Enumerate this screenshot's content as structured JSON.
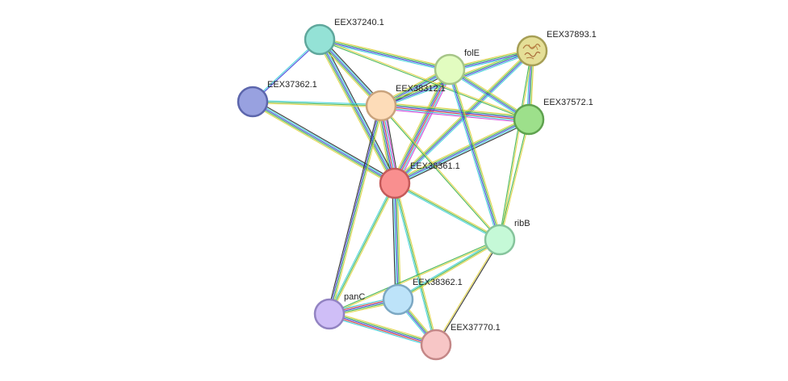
{
  "network": {
    "nodes": [
      {
        "id": "EEX38361.1",
        "label": "EEX38361.1",
        "fill": "#f98f8f",
        "stroke": "#c45a5a"
      },
      {
        "id": "EEX38312.1",
        "label": "EEX38312.1",
        "fill": "#fddcb8",
        "stroke": "#c9a37c"
      },
      {
        "id": "EEX37240.1",
        "label": "EEX37240.1",
        "fill": "#94e2d6",
        "stroke": "#5fa79c"
      },
      {
        "id": "EEX37362.1",
        "label": "EEX37362.1",
        "fill": "#98a1e0",
        "stroke": "#5c66ac"
      },
      {
        "id": "folE",
        "label": "folE",
        "fill": "#e2fcc0",
        "stroke": "#a6c588"
      },
      {
        "id": "EEX37893.1",
        "label": "EEX37893.1",
        "fill": "#e5df97",
        "stroke": "#a69e55"
      },
      {
        "id": "EEX37572.1",
        "label": "EEX37572.1",
        "fill": "#9de08b",
        "stroke": "#5fa24f"
      },
      {
        "id": "ribB",
        "label": "ribB",
        "fill": "#c5f9d7",
        "stroke": "#86c49c"
      },
      {
        "id": "EEX38362.1",
        "label": "EEX38362.1",
        "fill": "#bde3f9",
        "stroke": "#7ca8c3"
      },
      {
        "id": "panC",
        "label": "panC",
        "fill": "#cfbef7",
        "stroke": "#9283c2"
      },
      {
        "id": "EEX37770.1",
        "label": "EEX37770.1",
        "fill": "#f7c6c6",
        "stroke": "#c48787"
      }
    ],
    "edges": [
      {
        "a": "EEX38361.1",
        "b": "EEX38312.1",
        "colors": [
          "#e0d03a",
          "#3ab04a",
          "#3a3ad8",
          "#d83a3a",
          "#3acfd8",
          "#d03ad8",
          "#222222"
        ]
      },
      {
        "a": "EEX38361.1",
        "b": "EEX37240.1",
        "colors": [
          "#e0d03a",
          "#3ab04a",
          "#3a3ad8",
          "#3acfd8",
          "#222222"
        ]
      },
      {
        "a": "EEX38361.1",
        "b": "EEX37362.1",
        "colors": [
          "#e0d03a",
          "#3ab04a",
          "#3a3ad8",
          "#3acfd8",
          "#222222"
        ]
      },
      {
        "a": "EEX38361.1",
        "b": "folE",
        "colors": [
          "#e0d03a",
          "#3ab04a",
          "#3a3ad8",
          "#d83a3a",
          "#3acfd8",
          "#d03ad8"
        ]
      },
      {
        "a": "EEX38361.1",
        "b": "EEX37893.1",
        "colors": [
          "#e0d03a",
          "#3ab04a",
          "#3a3ad8",
          "#3acfd8"
        ]
      },
      {
        "a": "EEX38361.1",
        "b": "EEX37572.1",
        "colors": [
          "#e0d03a",
          "#3ab04a",
          "#3a3ad8",
          "#3acfd8",
          "#222222"
        ]
      },
      {
        "a": "EEX38361.1",
        "b": "ribB",
        "colors": [
          "#e0d03a",
          "#3ab04a",
          "#3acfd8"
        ]
      },
      {
        "a": "EEX38361.1",
        "b": "EEX38362.1",
        "colors": [
          "#e0d03a",
          "#3ab04a",
          "#3a3ad8",
          "#3acfd8",
          "#222222"
        ]
      },
      {
        "a": "EEX38361.1",
        "b": "panC",
        "colors": [
          "#e0d03a",
          "#3ab04a",
          "#3acfd8"
        ]
      },
      {
        "a": "EEX38361.1",
        "b": "EEX37770.1",
        "colors": [
          "#e0d03a",
          "#3ab04a",
          "#3acfd8"
        ]
      },
      {
        "a": "EEX38312.1",
        "b": "EEX37240.1",
        "colors": [
          "#e0d03a",
          "#3ab04a",
          "#3a3ad8",
          "#3acfd8",
          "#222222"
        ]
      },
      {
        "a": "EEX38312.1",
        "b": "EEX37362.1",
        "colors": [
          "#e0d03a",
          "#3ab04a",
          "#3acfd8"
        ]
      },
      {
        "a": "EEX38312.1",
        "b": "folE",
        "colors": [
          "#e0d03a",
          "#3ab04a",
          "#3a3ad8",
          "#3acfd8",
          "#222222"
        ]
      },
      {
        "a": "EEX38312.1",
        "b": "EEX37893.1",
        "colors": [
          "#e0d03a",
          "#3ab04a",
          "#3a3ad8",
          "#3acfd8"
        ]
      },
      {
        "a": "EEX38312.1",
        "b": "EEX37572.1",
        "colors": [
          "#e0d03a",
          "#3ab04a",
          "#3a3ad8",
          "#d83a3a",
          "#3acfd8",
          "#d03ad8"
        ]
      },
      {
        "a": "EEX38312.1",
        "b": "ribB",
        "colors": [
          "#e0d03a",
          "#3ab04a"
        ]
      },
      {
        "a": "EEX38312.1",
        "b": "panC",
        "colors": [
          "#e0d03a",
          "#3ab04a",
          "#3a3ad8",
          "#222222"
        ]
      },
      {
        "a": "EEX37240.1",
        "b": "EEX37362.1",
        "colors": [
          "#3a3ad8",
          "#3acfd8"
        ]
      },
      {
        "a": "EEX37240.1",
        "b": "folE",
        "colors": [
          "#e0d03a",
          "#3ab04a",
          "#3a3ad8",
          "#3acfd8"
        ]
      },
      {
        "a": "EEX37240.1",
        "b": "EEX37572.1",
        "colors": [
          "#e0d03a",
          "#3ab04a"
        ]
      },
      {
        "a": "folE",
        "b": "EEX37893.1",
        "colors": [
          "#e0d03a",
          "#3ab04a",
          "#3a3ad8",
          "#3acfd8"
        ]
      },
      {
        "a": "folE",
        "b": "EEX37572.1",
        "colors": [
          "#e0d03a",
          "#3ab04a",
          "#3a3ad8",
          "#3acfd8"
        ]
      },
      {
        "a": "folE",
        "b": "ribB",
        "colors": [
          "#e0d03a",
          "#3ab04a",
          "#3a3ad8",
          "#3acfd8"
        ]
      },
      {
        "a": "EEX37893.1",
        "b": "EEX37572.1",
        "colors": [
          "#e0d03a",
          "#3ab04a",
          "#3a3ad8",
          "#3acfd8"
        ]
      },
      {
        "a": "EEX37893.1",
        "b": "ribB",
        "colors": [
          "#e0d03a",
          "#3ab04a"
        ]
      },
      {
        "a": "EEX37572.1",
        "b": "ribB",
        "colors": [
          "#e0d03a",
          "#3ab04a"
        ]
      },
      {
        "a": "ribB",
        "b": "EEX38362.1",
        "colors": [
          "#e0d03a",
          "#3ab04a",
          "#3acfd8"
        ]
      },
      {
        "a": "ribB",
        "b": "EEX37770.1",
        "colors": [
          "#222222",
          "#e0d03a"
        ]
      },
      {
        "a": "ribB",
        "b": "panC",
        "colors": [
          "#e0d03a",
          "#3ab04a"
        ]
      },
      {
        "a": "EEX38362.1",
        "b": "panC",
        "colors": [
          "#e0d03a",
          "#3ab04a",
          "#3a3ad8",
          "#d83a3a",
          "#3acfd8"
        ]
      },
      {
        "a": "EEX38362.1",
        "b": "EEX37770.1",
        "colors": [
          "#e0d03a",
          "#3ab04a",
          "#3a3ad8",
          "#3acfd8"
        ]
      },
      {
        "a": "panC",
        "b": "EEX37770.1",
        "colors": [
          "#e0d03a",
          "#3ab04a",
          "#3a3ad8",
          "#d83a3a",
          "#3acfd8"
        ]
      }
    ]
  }
}
